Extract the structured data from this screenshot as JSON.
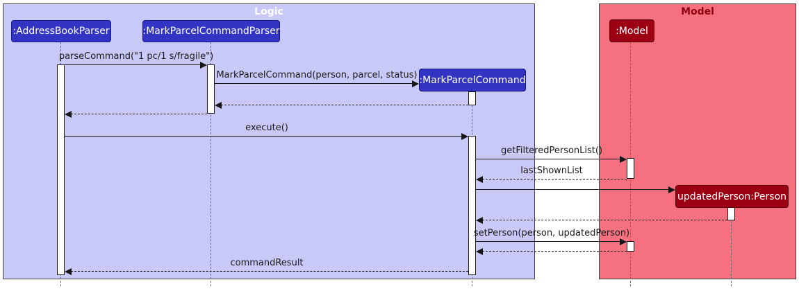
{
  "frames": {
    "logic": {
      "title": "Logic",
      "bg_color": "#C9C9F8",
      "title_color": "#FFFFFF"
    },
    "model": {
      "title": "Model",
      "bg_color": "#F5717F",
      "title_color": "#8F0010"
    }
  },
  "participants": {
    "address_book_parser": ":AddressBookParser",
    "mark_parcel_command_parser": ":MarkParcelCommandParser",
    "mark_parcel_command": ":MarkParcelCommand",
    "model": ":Model",
    "updated_person": "updatedPerson:Person"
  },
  "messages": {
    "parse_command": "parseCommand(\"1 pc/1 s/fragile\")",
    "mark_parcel_command_ctor": "MarkParcelCommand(person, parcel, status)",
    "execute": "execute()",
    "get_filtered_person_list": "getFilteredPersonList()",
    "last_shown_list": "lastShownList",
    "set_person": "setPerson(person, updatedPerson)",
    "command_result": "commandResult"
  },
  "colors": {
    "logic_participant_fill": "#3333C4",
    "model_participant_fill": "#9D0012",
    "logic_frame_bg": "#C9C9F8",
    "model_frame_bg": "#F5717F",
    "arrow_color": "#151515",
    "lifeline_color": "#6A6A6A"
  }
}
